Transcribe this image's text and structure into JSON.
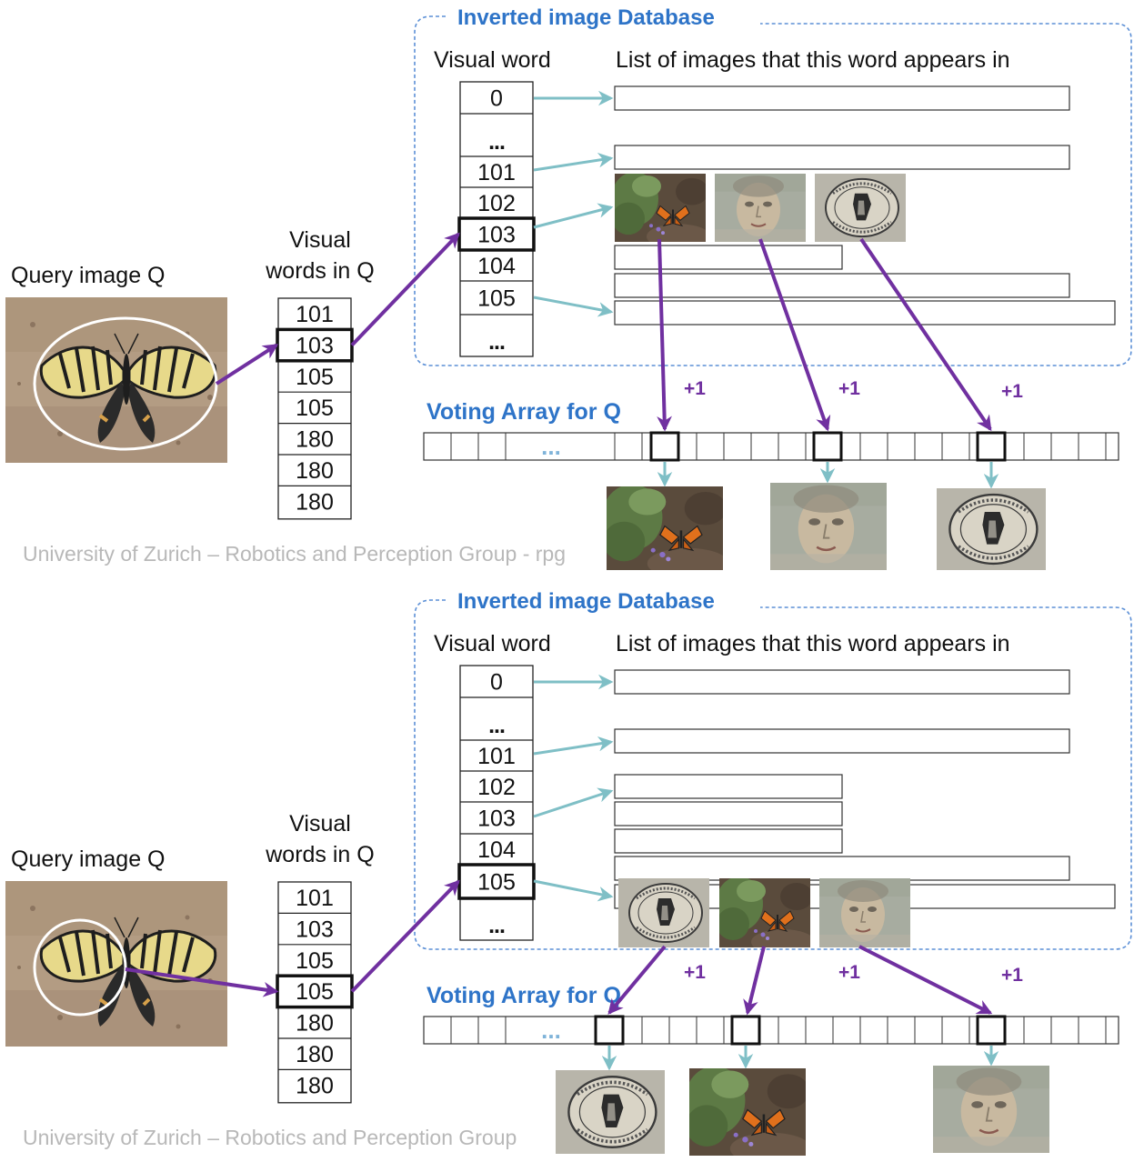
{
  "panels": [
    {
      "query_label": "Query image Q",
      "words_label_line1": "Visual",
      "words_label_line2": "words in Q",
      "query_words": [
        "101",
        "103",
        "105",
        "105",
        "180",
        "180",
        "180"
      ],
      "selected_query_word": "103",
      "db_title": "Inverted image Database",
      "col_visual_word": "Visual word",
      "col_list": "List of images that this word appears in",
      "db_words": [
        "0",
        "...",
        "101",
        "102",
        "103",
        "104",
        "105",
        "..."
      ],
      "selected_db_word": "103",
      "db_thumbnails": [
        "butterfly",
        "face",
        "seal"
      ],
      "voting_title": "Voting Array for Q",
      "voting_dots": "...",
      "plus_labels": [
        "+1",
        "+1",
        "+1"
      ],
      "result_images": [
        "butterfly",
        "face",
        "seal"
      ],
      "footer": "University of Zurich – Robotics and Perception Group -  rpg"
    },
    {
      "query_label": "Query image Q",
      "words_label_line1": "Visual",
      "words_label_line2": "words in Q",
      "query_words": [
        "101",
        "103",
        "105",
        "105",
        "180",
        "180",
        "180"
      ],
      "selected_query_word": "105",
      "db_title": "Inverted image Database",
      "col_visual_word": "Visual word",
      "col_list": "List of images that this word appears in",
      "db_words": [
        "0",
        "...",
        "101",
        "102",
        "103",
        "104",
        "105",
        "..."
      ],
      "selected_db_word": "105",
      "db_thumbnails": [
        "seal",
        "butterfly",
        "face"
      ],
      "voting_title": "Voting Array for Q",
      "voting_dots": "...",
      "plus_labels": [
        "+1",
        "+1",
        "+1"
      ],
      "result_images": [
        "seal",
        "butterfly",
        "face"
      ],
      "footer": "University of Zurich – Robotics and Perception Group"
    }
  ],
  "colors": {
    "arrow_purple": "#7030a0",
    "arrow_teal": "#7fbfc6",
    "title_blue": "#2e74c8",
    "dashed_border": "#5b8fd6",
    "footer_gray": "#b8b8b8"
  }
}
